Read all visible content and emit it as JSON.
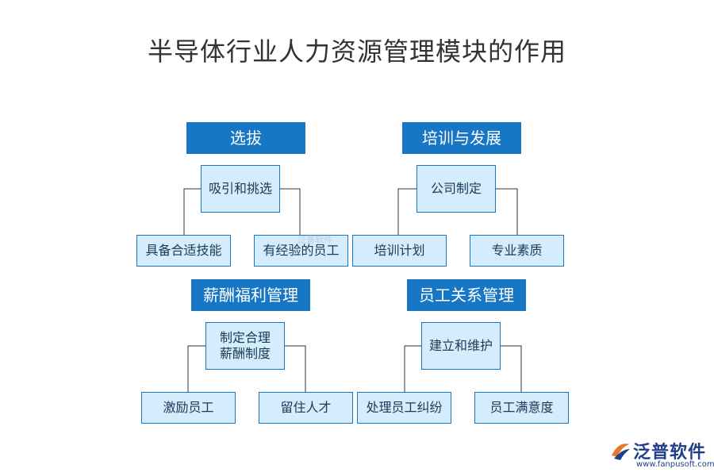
{
  "title": "半导体行业人力资源管理模块的作用",
  "sections": [
    {
      "heading": "选拔",
      "center": "吸引和挑选",
      "left": "具备合适技能",
      "right": "有经验的员工"
    },
    {
      "heading": "培训与发展",
      "center": "公司制定",
      "left": "培训计划",
      "right": "专业素质"
    },
    {
      "heading": "薪酬福利管理",
      "center_line1": "制定合理",
      "center_line2": "薪酬制度",
      "left": "激励员工",
      "right": "留住人才"
    },
    {
      "heading": "员工关系管理",
      "center": "建立和维护",
      "left": "处理员工纠纷",
      "right": "员工满意度"
    }
  ],
  "watermark": "泛普软件",
  "logo": {
    "name": "泛普软件",
    "url": "www.fanpusoft.com"
  },
  "colors": {
    "heading_bg": "#1777c4",
    "box_bg": "#d4ecfb",
    "box_border": "#1777c4",
    "line": "#333333",
    "logo": "#1f3f88"
  }
}
